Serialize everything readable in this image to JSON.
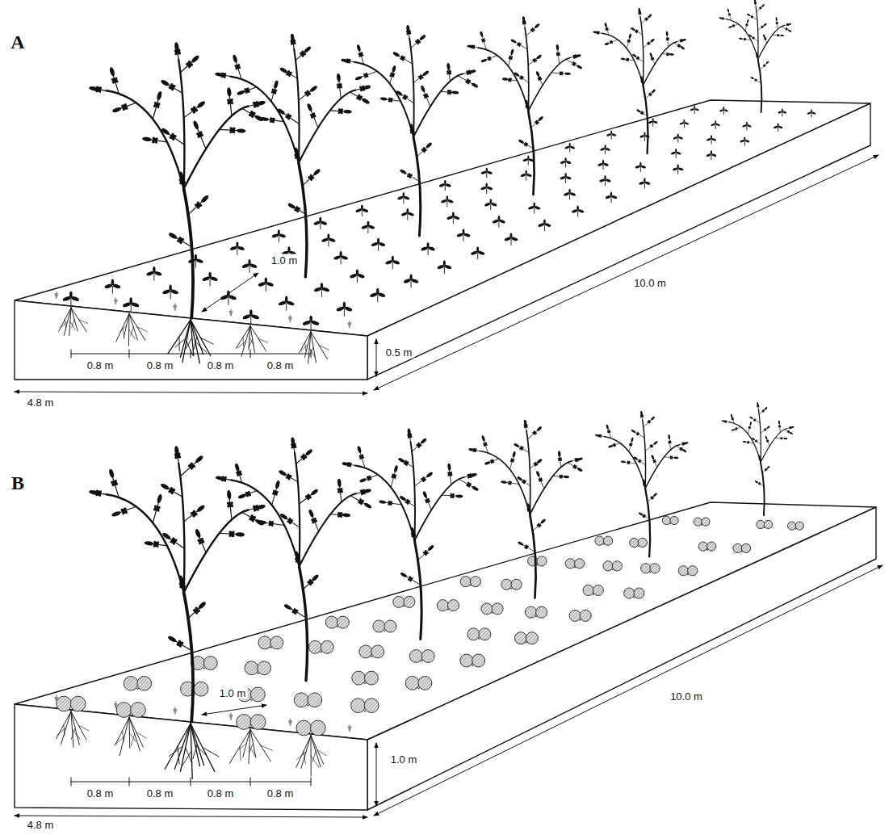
{
  "diagram": {
    "labels": [
      "A",
      "1.0 m",
      "10.0 m",
      "0.5 m",
      "0.8 m",
      "0.8 m",
      "0.8 m",
      "0.8 m",
      "4.8 m",
      "B",
      "1.0 m",
      "10.0 m",
      "1.0 m",
      "0.8 m",
      "0.8 m",
      "0.8 m",
      "0.8 m",
      "4.8 m"
    ]
  }
}
